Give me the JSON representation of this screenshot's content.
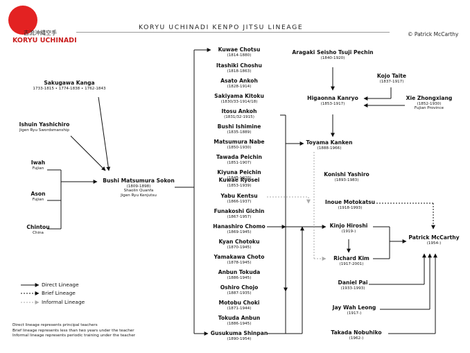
{
  "header": {
    "logo_cjk": "古流沖縄空手",
    "logo_text": "KORYU UCHINADI",
    "title": "KORYU UCHINADI KENPO JITSU LINEAGE",
    "copyright": "© Patrick McCarthy"
  },
  "nodes": {
    "sakugawa": {
      "name": "Sakugawa Kanga",
      "dates": "1733-1815 • 1774-1838 • 1762-1843"
    },
    "ishuin": {
      "name": "Ishuin Yashichiro",
      "sub": "Jigen Ryu Swordsmanship"
    },
    "iwah": {
      "name": "Iwah",
      "sub": "Fujian"
    },
    "ason": {
      "name": "Ason",
      "sub": "Fujian"
    },
    "chintou": {
      "name": "Chintou",
      "sub": "China"
    },
    "matsumura": {
      "name": "Bushi Matsumura Sokon",
      "dates": "(1809-1898)",
      "sub1": "Shaolin Quanfa",
      "sub2": "Jigen Ryu Kenjutsu"
    },
    "kuwae_c": {
      "name": "Kuwae Chotsu",
      "dates": "(1814-1880)"
    },
    "itashiki": {
      "name": "Itashiki Choshu",
      "dates": "(1818-1863)"
    },
    "asato": {
      "name": "Asato Ankoh",
      "dates": "(1828-1914)"
    },
    "sakiyama": {
      "name": "Sakiyama Kitoku",
      "dates": "(1830/33-1914/18)"
    },
    "itosu": {
      "name": "Itosu Ankoh",
      "dates": "(1831/32-1915)"
    },
    "ishimine": {
      "name": "Bushi Ishimine",
      "dates": "(1835-1889)"
    },
    "nabe": {
      "name": "Matsumura Nabe",
      "dates": "(1850-1930)"
    },
    "tawada": {
      "name": "Tawada Peichin",
      "dates": "(1851-1907)"
    },
    "kiyuna": {
      "name": "Kiyuna Peichin",
      "dates": "(1845-1920)"
    },
    "kuwae_r": {
      "name": "Kuwae Ryosei",
      "dates": "(1853-1939)"
    },
    "yabu": {
      "name": "Yabu Kentsu",
      "dates": "(1866-1937)"
    },
    "funakoshi": {
      "name": "Funakoshi Gichin",
      "dates": "(1867-1957)"
    },
    "hanashiro": {
      "name": "Hanashiro Chomo",
      "dates": "(1869-1945)"
    },
    "kyan": {
      "name": "Kyan Chotoku",
      "dates": "(1870-1945)"
    },
    "yamakawa": {
      "name": "Yamakawa Choto",
      "dates": "(1878-1945)"
    },
    "anbun": {
      "name": "Anbun Tokuda",
      "dates": "(1886-1945)"
    },
    "oshiro": {
      "name": "Oshiro Chojo",
      "dates": "(1887-1935)"
    },
    "motobu": {
      "name": "Motobu Choki",
      "dates": "(1871-1944)"
    },
    "tokuda": {
      "name": "Tokuda Anbun",
      "dates": "(1886-1945)"
    },
    "gusukuma": {
      "name": "Gusukuma Shinpan",
      "dates": "(1890-1954)"
    },
    "aragaki": {
      "name": "Aragaki Seisho Tsuji Pechin",
      "dates": "(1840-1920)"
    },
    "kojo": {
      "name": "Kojo Taite",
      "dates": "(1837-1917)"
    },
    "higaonna": {
      "name": "Higaonna Kanryo",
      "dates": "(1853-1917)"
    },
    "xie": {
      "name": "Xie Zhongxiang",
      "dates": "(1852-1930)",
      "sub": "Fujian Province"
    },
    "toyama": {
      "name": "Toyama Kanken",
      "dates": "(1888-1966)"
    },
    "konishi": {
      "name": "Konishi Yashiro",
      "dates": "(1893-1983)"
    },
    "inoue": {
      "name": "Inoue Motokatsu",
      "dates": "(1918-1993)"
    },
    "kinjo": {
      "name": "Kinjo Hiroshi",
      "dates": "(1919-)"
    },
    "richard": {
      "name": "Richard Kim",
      "dates": "(1917-2001)"
    },
    "daniel": {
      "name": "Daniel Pai",
      "dates": "(1933-1993)"
    },
    "jay": {
      "name": "Jay Wah Leong",
      "dates": "(1917-)"
    },
    "takada": {
      "name": "Takada Nobuhiko",
      "dates": "(1962-)"
    },
    "patrick": {
      "name": "Patrick McCarthy",
      "dates": "(1954-)"
    }
  },
  "legend": {
    "direct": "Direct Lineage",
    "brief": "Brief Lineage",
    "informal": "Informal Lineage"
  },
  "notes": {
    "line1": "Direct lineage represents principal teachers",
    "line2": "Brief lineage represents less than two years under the teacher",
    "line3": "Informal lineage represents periodic training under the teacher"
  },
  "colors": {
    "logo_red": "#e32222",
    "line": "#111111",
    "informal": "#b0b0b0"
  }
}
